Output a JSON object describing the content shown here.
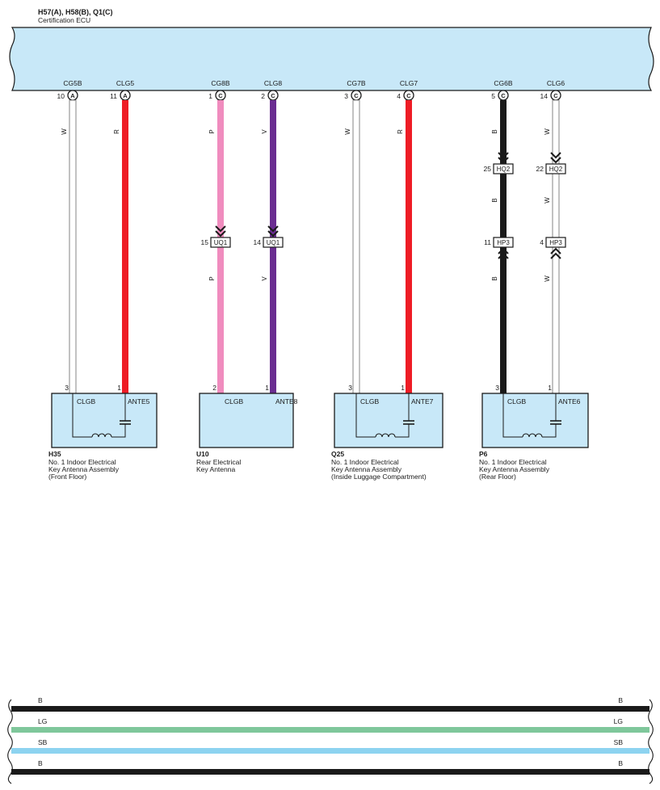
{
  "ecu": {
    "connectors": "H57(A), H58(B), Q1(C)",
    "name": "Certification ECU",
    "fill": "#c8e8f8"
  },
  "ecu_pins": [
    {
      "id": "cg5b",
      "label": "CG5B",
      "pin": "10",
      "conn": "A"
    },
    {
      "id": "clg5",
      "label": "CLG5",
      "pin": "11",
      "conn": "A"
    },
    {
      "id": "cg8b",
      "label": "CG8B",
      "pin": "1",
      "conn": "C"
    },
    {
      "id": "clg8",
      "label": "CLG8",
      "pin": "2",
      "conn": "C"
    },
    {
      "id": "cg7b",
      "label": "CG7B",
      "pin": "3",
      "conn": "C"
    },
    {
      "id": "clg7",
      "label": "CLG7",
      "pin": "4",
      "conn": "C"
    },
    {
      "id": "cg6b",
      "label": "CG6B",
      "pin": "5",
      "conn": "C"
    },
    {
      "id": "clg6",
      "label": "CLG6",
      "pin": "14",
      "conn": "C"
    }
  ],
  "wires": [
    {
      "id": "w1",
      "color_code": "W",
      "color": "#ffffff",
      "hollow": true
    },
    {
      "id": "w2",
      "color_code": "R",
      "color": "#ee1c25",
      "hollow": false
    },
    {
      "id": "w3",
      "color_code": "P",
      "color": "#f08cbe",
      "hollow": false
    },
    {
      "id": "w4",
      "color_code": "V",
      "color": "#6a2d91",
      "hollow": false
    },
    {
      "id": "w5",
      "color_code": "W",
      "color": "#ffffff",
      "hollow": true
    },
    {
      "id": "w6",
      "color_code": "R",
      "color": "#ee1c25",
      "hollow": false
    },
    {
      "id": "w7",
      "color_code": "B",
      "color": "#1a1a1a",
      "hollow": false
    },
    {
      "id": "w8",
      "color_code": "W",
      "color": "#ffffff",
      "hollow": true
    }
  ],
  "inline_connectors": [
    {
      "id": "uq1a",
      "name": "UQ1",
      "pin": "15",
      "wire": "w3",
      "type": "female"
    },
    {
      "id": "uq1b",
      "name": "UQ1",
      "pin": "14",
      "wire": "w4",
      "type": "female"
    },
    {
      "id": "hq2a",
      "name": "HQ2",
      "pin": "25",
      "wire": "w7",
      "type": "female"
    },
    {
      "id": "hq2b",
      "name": "HQ2",
      "pin": "22",
      "wire": "w8",
      "type": "female"
    },
    {
      "id": "hp3a",
      "name": "HP3",
      "pin": "11",
      "wire": "w7",
      "type": "male"
    },
    {
      "id": "hp3b",
      "name": "HP3",
      "pin": "4",
      "wire": "w8",
      "type": "male"
    }
  ],
  "antennas": [
    {
      "id": "h35",
      "code": "H35",
      "lines": [
        "No. 1 Indoor Electrical",
        "Key Antenna Assembly",
        "(Front Floor)"
      ],
      "left_label": "CLGB",
      "right_label": "ANTE5",
      "left_pin": "3",
      "right_pin": "1",
      "has_circuit": true
    },
    {
      "id": "u10",
      "code": "U10",
      "lines": [
        "Rear Electrical",
        "Key Antenna"
      ],
      "left_label": "CLGB",
      "right_label": "ANTE8",
      "left_pin": "2",
      "right_pin": "1",
      "has_circuit": false
    },
    {
      "id": "q25",
      "code": "Q25",
      "lines": [
        "No. 1 Indoor Electrical",
        "Key Antenna Assembly",
        "(Inside Luggage Compartment)"
      ],
      "left_label": "CLGB",
      "right_label": "ANTE7",
      "left_pin": "3",
      "right_pin": "1",
      "has_circuit": true
    },
    {
      "id": "p6",
      "code": "P6",
      "lines": [
        "No. 1 Indoor Electrical",
        "Key Antenna Assembly",
        "(Rear Floor)"
      ],
      "left_label": "CLGB",
      "right_label": "ANTE6",
      "left_pin": "3",
      "right_pin": "1",
      "has_circuit": true
    }
  ],
  "bus_lines": [
    {
      "id": "b1",
      "code": "B",
      "color": "#1a1a1a"
    },
    {
      "id": "b2",
      "code": "LG",
      "color": "#7fc79b"
    },
    {
      "id": "b3",
      "code": "SB",
      "color": "#8dd3f0"
    },
    {
      "id": "b4",
      "code": "B",
      "color": "#1a1a1a"
    }
  ]
}
